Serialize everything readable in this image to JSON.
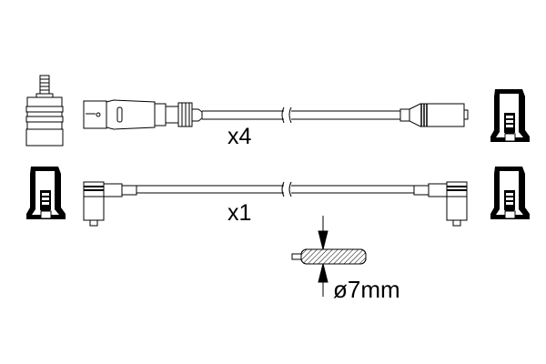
{
  "labels": {
    "qty_straight": "x4",
    "qty_angled": "x1",
    "diameter": "ø7mm"
  },
  "colors": {
    "line": "#000000",
    "background": "#ffffff"
  }
}
